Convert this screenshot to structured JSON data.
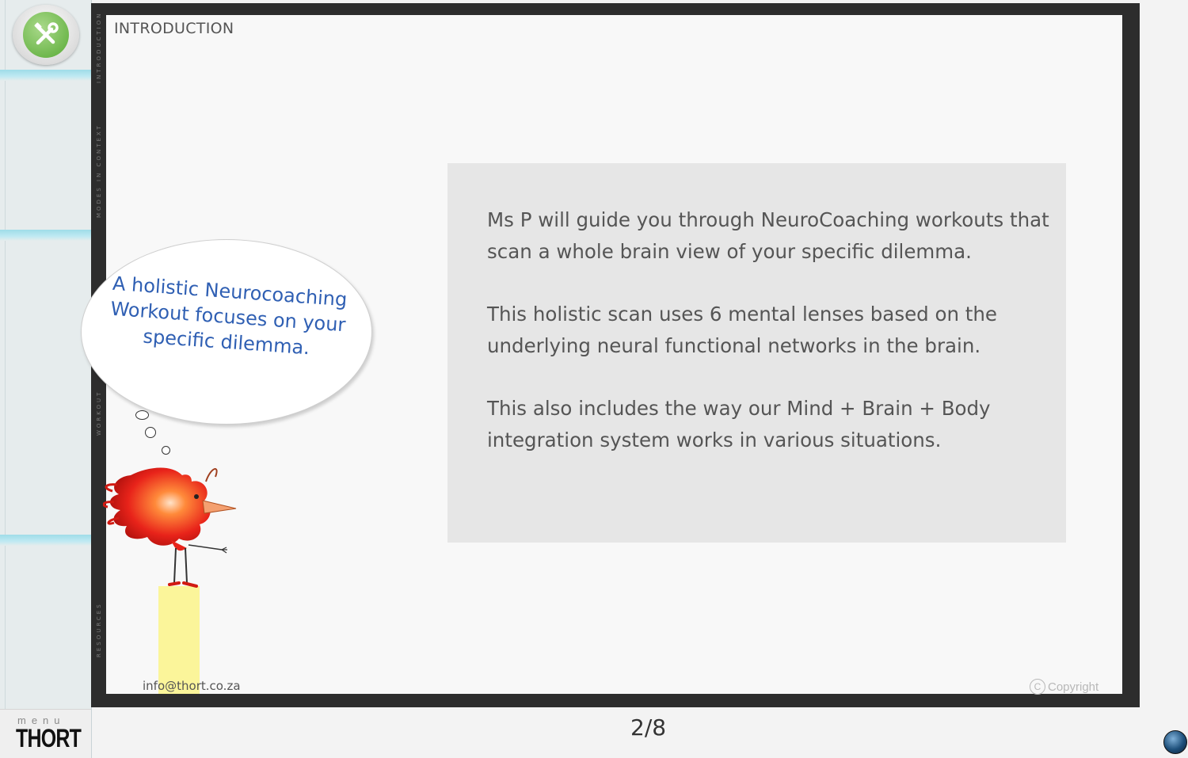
{
  "sidebar": {
    "tools_icon": "tools-icon",
    "menu_label": "menu",
    "brand": "THORT"
  },
  "slide": {
    "section_title": "INTRODUCTION",
    "side_tabs": [
      "INTRODUCTION",
      "MODES IN CONTEXT",
      "WORKOUT",
      "RESOURCES"
    ],
    "paragraphs": [
      "Ms P will guide you through NeuroCoaching workouts that scan a whole brain view of your specific dilemma.",
      "This holistic scan uses 6 mental lenses based on the underlying neural functional networks in the brain.",
      "This also includes the way our Mind + Brain + Body  integration system works in various situations."
    ],
    "bubble_text": "A holistic Neurocoaching Workout focuses on your specific dilemma.",
    "email": "info@thort.co.za",
    "copyright": "Copyright"
  },
  "footer": {
    "page_indicator": "2/8"
  },
  "colors": {
    "frame": "#2d2d2d",
    "accent_blue_text": "#2f5fb3",
    "sidebar_strip": "#9fdce8",
    "tools_green": "#6cb64a",
    "pedestal": "#fbf59a"
  }
}
